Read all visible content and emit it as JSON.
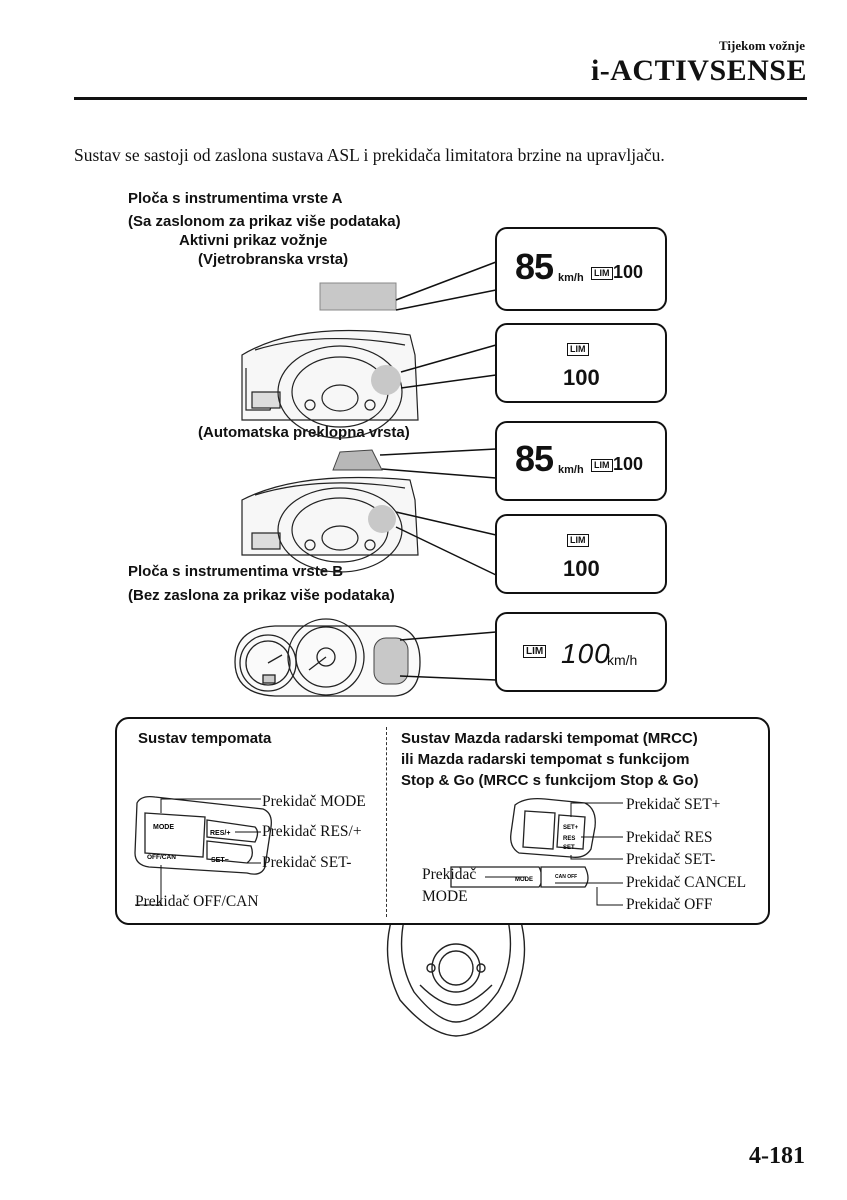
{
  "header": {
    "section": "Tijekom vožnje",
    "chapter": "i-ACTIVSENSE"
  },
  "intro": "Sustav se sastoji od zaslona sustava ASL i prekidača limitatora brzine na upravljaču.",
  "labels": {
    "type_a_line1": "Ploča s instrumentima vrste A",
    "type_a_line2": "(Sa zaslonom za prikaz više podataka)",
    "hud_line1": "Aktivni prikaz vožnje",
    "hud_line2": "(Vjetrobranska vrsta)",
    "auto_flip": "(Automatska preklopna vrsta)",
    "type_b_line1": "Ploča s instrumentima vrste B",
    "type_b_line2": "(Bez zaslona za prikaz više podataka)"
  },
  "displays": {
    "speed": "85",
    "unit": "km/h",
    "lim": "LIM",
    "limit": "100",
    "limit_segment": "100",
    "unit_b": "km/h"
  },
  "cruise": {
    "heading": "Sustav tempomata",
    "switch_mode": "Prekidač MODE",
    "switch_res": "Prekidač RES/+",
    "switch_set": "Prekidač SET-",
    "switch_offcan": "Prekidač OFF/CAN",
    "btn_mode": "MODE",
    "btn_res": "RES/+",
    "btn_offcan": "OFF/CAN",
    "btn_set": "SET−"
  },
  "mrcc": {
    "heading_line1": "Sustav Mazda radarski tempomat (MRCC)",
    "heading_line2": "ili Mazda radarski tempomat s funkcijom",
    "heading_line3": "Stop & Go (MRCC s funkcijom Stop & Go)",
    "switch_setplus": "Prekidač SET+",
    "switch_res": "Prekidač RES",
    "switch_setminus": "Prekidač SET-",
    "switch_cancel": "Prekidač CANCEL",
    "switch_off": "Prekidač OFF",
    "switch_mode_line1": "Prekidač",
    "switch_mode_line2": "MODE",
    "btn_mode": "MODE",
    "btn_canoff": "CAN OFF",
    "btn_set": "SET+",
    "btn_res": "RES",
    "btn_setm": "SET"
  },
  "page_number": "4-181"
}
